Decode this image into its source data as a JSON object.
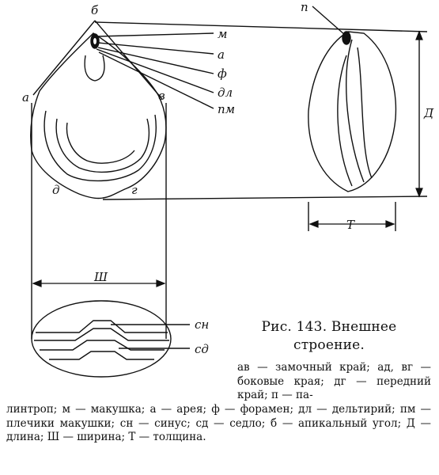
{
  "labels": {
    "b": "б",
    "m": "м",
    "a_top": "а",
    "f": "ф",
    "dl": "дл",
    "pm": "пм",
    "a_left": "а",
    "v": "в",
    "d": "д",
    "g": "г",
    "p": "п",
    "D": "Д",
    "T": "Т",
    "Sh": "Ш",
    "sn": "сн",
    "sd": "сд"
  },
  "caption": {
    "title_line1": "Рис. 143. Внешнее",
    "title_line2": "строение.",
    "legend_right": "ав — замочный край; ад, вг — боковые края; дг — передний край; п — па-",
    "legend_full": "линтроп; м — макушка; а — арея; ф — форамен; дл — дельтирий; пм — плечики макушки; сн — синус; сд — седло; б — апикальный угол; Д — длина; Ш — ширина; Т — толщина."
  }
}
